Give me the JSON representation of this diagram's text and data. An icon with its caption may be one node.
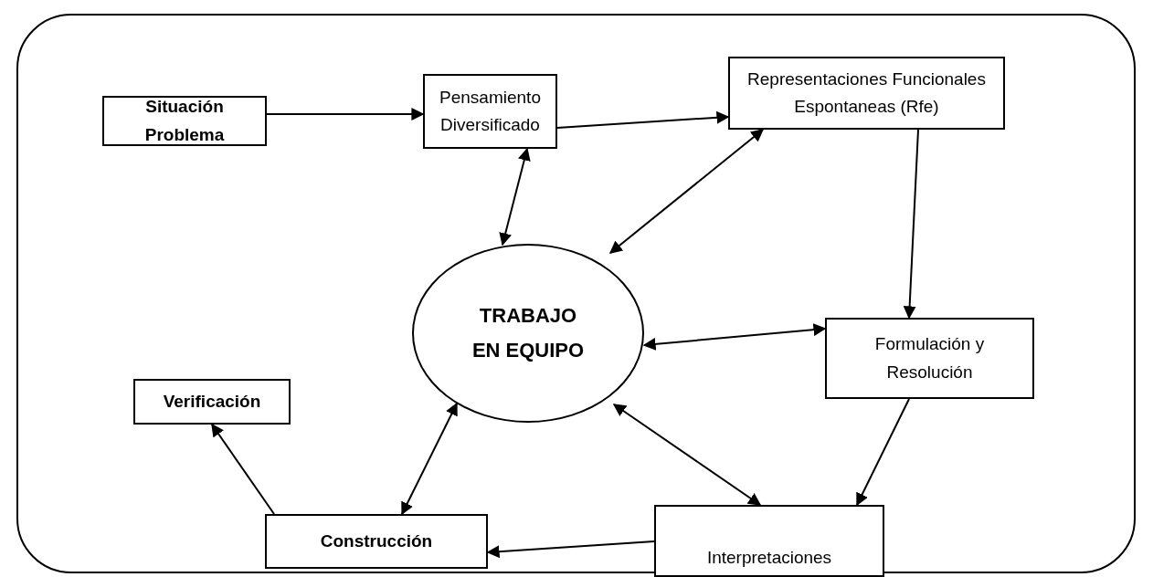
{
  "diagram": {
    "nodes": [
      {
        "text": [
          "Situación Problema"
        ]
      },
      {
        "text": [
          "Pensamiento Diversificado"
        ]
      },
      {
        "text": [
          "Representaciones Funcionales Espontaneas (Rfe)"
        ]
      },
      {
        "text": [
          "TRABAJO EN EQUIPO"
        ]
      },
      {
        "text": [
          "Formulación y Resolución"
        ]
      },
      {
        "text": [
          "Verificación"
        ]
      },
      {
        "text": [
          "Construcción"
        ]
      },
      {
        "text": [
          "Interpretaciones"
        ]
      }
    ],
    "edges": [
      {
        "from": 0,
        "to": 1,
        "arrow": "to"
      },
      {
        "from": 1,
        "to": 2,
        "arrow": "to"
      },
      {
        "from": 1,
        "to": 3,
        "arrow": "both"
      },
      {
        "from": 2,
        "to": 3,
        "arrow": "both"
      },
      {
        "from": 2,
        "to": 4,
        "arrow": "to"
      },
      {
        "from": 3,
        "to": 4,
        "arrow": "both"
      },
      {
        "from": 4,
        "to": 7,
        "arrow": "to"
      },
      {
        "from": 3,
        "to": 7,
        "arrow": "both"
      },
      {
        "from": 7,
        "to": 6,
        "arrow": "to"
      },
      {
        "from": 6,
        "to": 3,
        "arrow": "both"
      },
      {
        "from": 6,
        "to": 5,
        "arrow": "to"
      }
    ]
  }
}
